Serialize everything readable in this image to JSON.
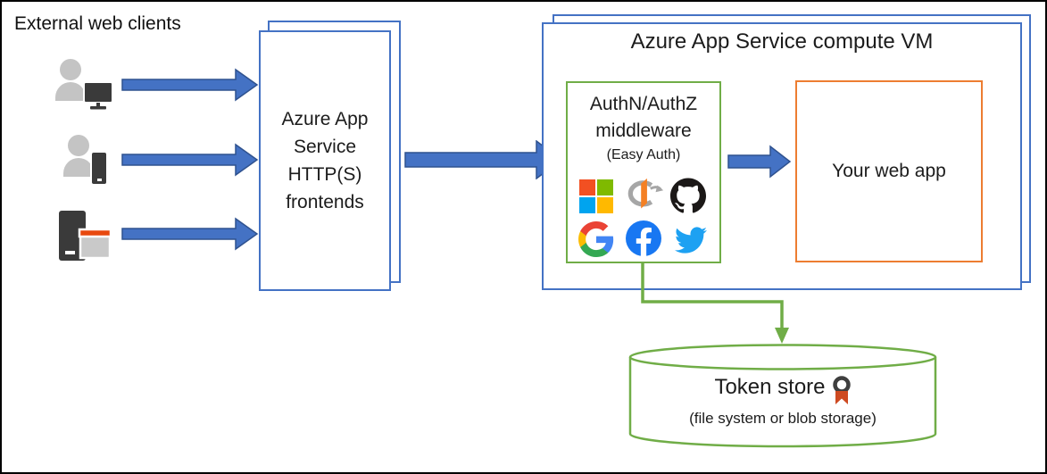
{
  "clients": {
    "label": "External web clients",
    "items": [
      {
        "name": "desktop user"
      },
      {
        "name": "mobile user"
      },
      {
        "name": "server client"
      }
    ]
  },
  "frontends": {
    "lines": [
      "Azure App",
      "Service",
      "HTTP(S)",
      "frontends"
    ]
  },
  "compute_vm": {
    "title": "Azure App Service compute VM"
  },
  "middleware": {
    "lines": [
      "AuthN/AuthZ",
      "middleware"
    ],
    "subtitle": "(Easy Auth)",
    "providers": [
      "microsoft",
      "openid-connect",
      "github",
      "google",
      "facebook",
      "twitter"
    ]
  },
  "web_app": {
    "label": "Your web app"
  },
  "token_store": {
    "title": "Token store",
    "subtitle": "(file system or blob storage)"
  },
  "colors": {
    "box_blue": "#4472C4",
    "arrow_blue": "#4472C4",
    "arrow_blue_border": "#2F528F",
    "green": "#70AD47",
    "orange": "#ED7D31",
    "person_gray": "#C4C4C4",
    "device_dark": "#3A3A3A",
    "ribbon_red": "#CE4A21"
  }
}
